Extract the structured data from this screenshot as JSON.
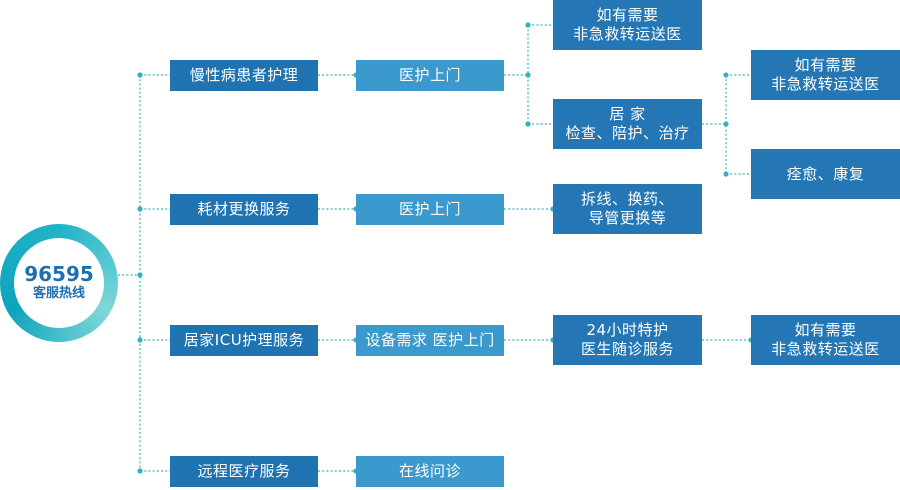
{
  "hub": {
    "number": "96595",
    "label": "客服热线"
  },
  "services": [
    {
      "name": "慢性病患者护理",
      "mode": "医护上门"
    },
    {
      "name": "耗材更换服务",
      "mode": "医护上门"
    },
    {
      "name": "居家ICU护理服务",
      "mode": "设备需求 医护上门"
    },
    {
      "name": "远程医疗服务",
      "mode": "在线问诊"
    }
  ],
  "outcomes": {
    "transfer_top": [
      "如有需要",
      "非急救转运送医"
    ],
    "home_care": [
      "居 家",
      "检查、陪护、治疗"
    ],
    "transfer_mid": [
      "如有需要",
      "非急救转运送医"
    ],
    "recovery": [
      "痊愈、康复"
    ],
    "consumables": [
      "拆线、换药、",
      "导管更换等"
    ],
    "icu_care": [
      "24小时特护",
      "医生随诊服务"
    ],
    "transfer_icu": [
      "如有需要",
      "非急救转运送医"
    ]
  },
  "colors": {
    "primary": "#1f73b1",
    "secondary": "#3b99cd",
    "connector": "#35b3bd"
  }
}
